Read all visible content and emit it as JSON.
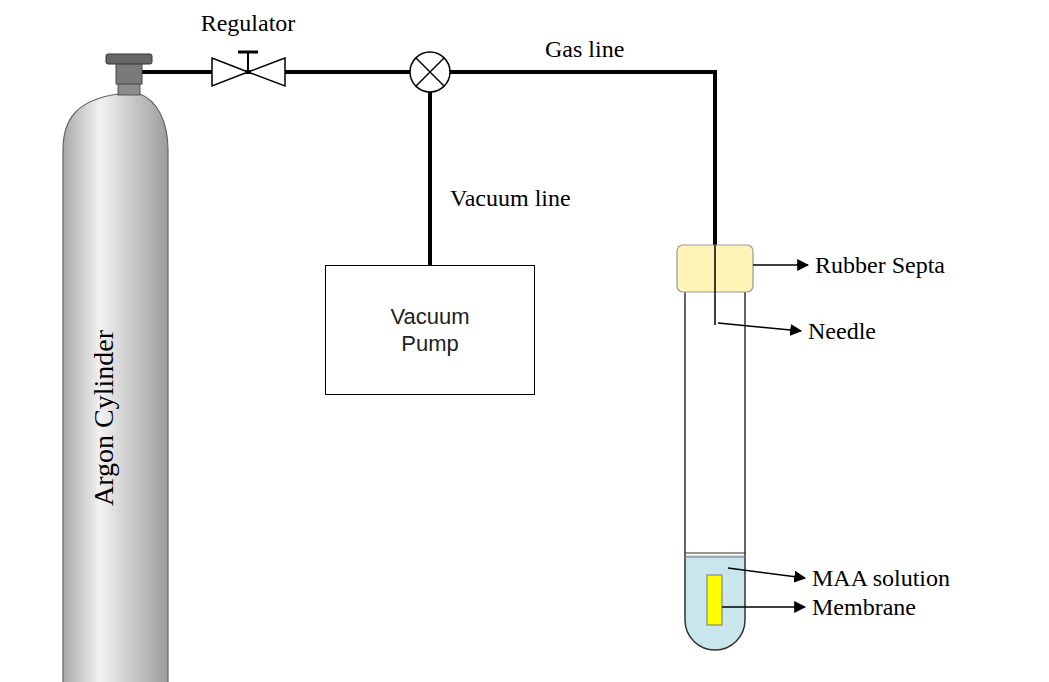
{
  "diagram": {
    "nodes": [
      {
        "text": [
          "Argon Cylinder"
        ]
      },
      {
        "text": [
          "Vacuum Pump"
        ]
      }
    ],
    "edges": [
      {
        "from": 0,
        "to": 1,
        "arrow": "none"
      }
    ],
    "labels": [
      "Regulator",
      "Gas line",
      "Vacuum line",
      "Rubber Septa",
      "Needle",
      "MAA solution",
      "Membrane"
    ]
  }
}
